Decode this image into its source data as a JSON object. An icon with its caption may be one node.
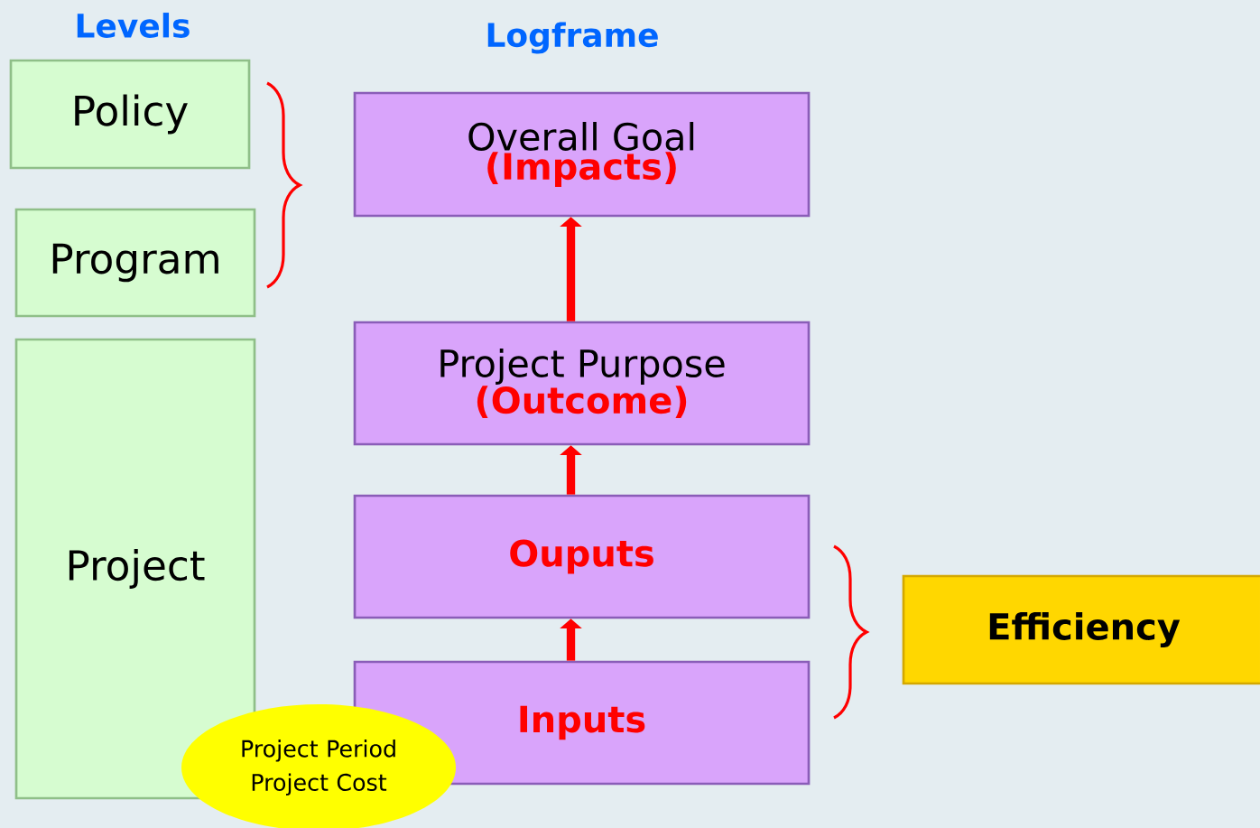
{
  "diagram": {
    "nodes": [
      {
        "text": [
          "Policy"
        ]
      },
      {
        "text": [
          "Program"
        ]
      },
      {
        "text": [
          "Project"
        ]
      },
      {
        "text": [
          "Overall Goal",
          "(Impacts)"
        ]
      },
      {
        "text": [
          "Project Purpose",
          "(Outcome)"
        ]
      },
      {
        "text": [
          "Ouputs"
        ]
      },
      {
        "text": [
          "Inputs"
        ]
      },
      {
        "text": [
          "Efficiency"
        ]
      },
      {
        "text": [
          "Project Period Project Cost"
        ]
      }
    ],
    "edges": [
      {
        "from": 6,
        "to": 5,
        "arrow": "to"
      },
      {
        "from": 5,
        "to": 4,
        "arrow": "to"
      },
      {
        "from": 4,
        "to": 3,
        "arrow": "to"
      }
    ],
    "labels": [
      "Levels",
      "Logframe"
    ]
  }
}
